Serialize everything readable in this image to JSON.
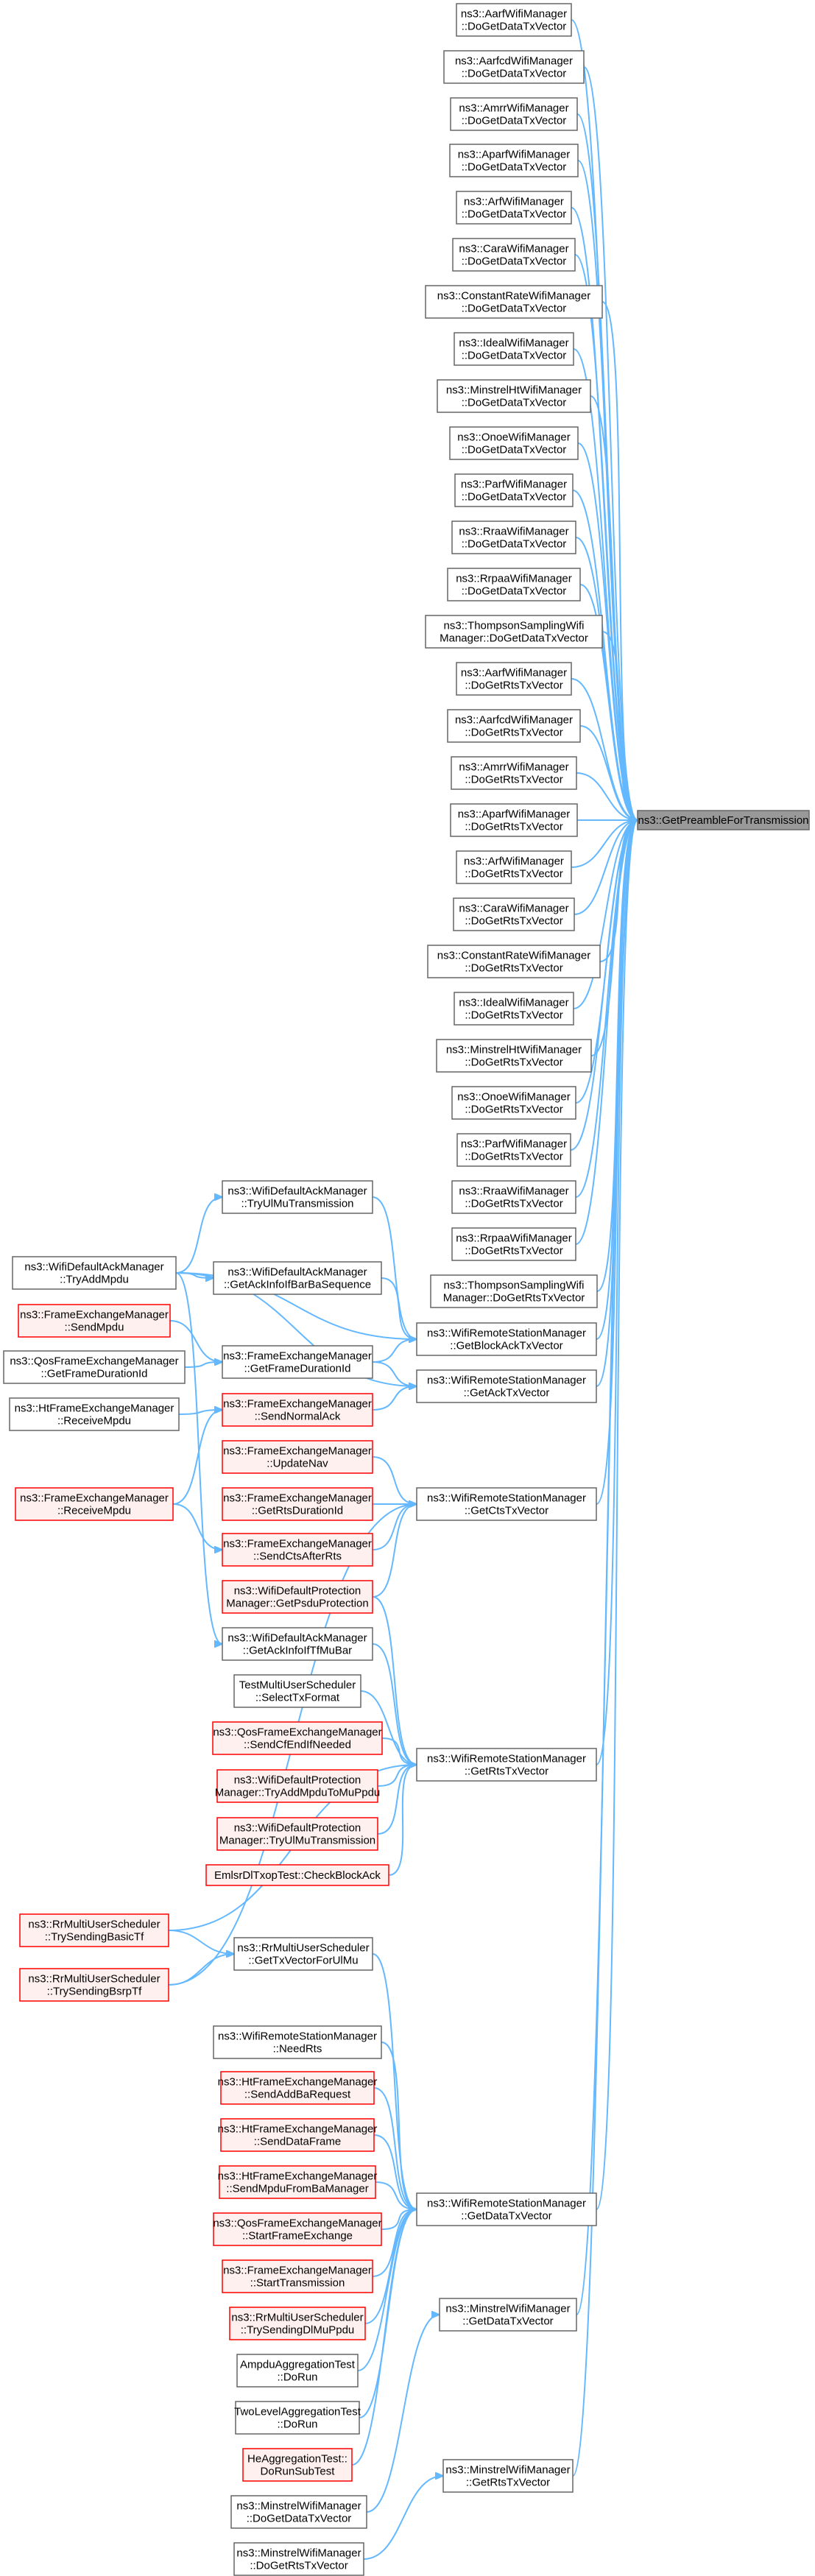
{
  "colors": {
    "edge": "#63b8ff",
    "box_border": "#666666",
    "red_border": "#ff0000",
    "red_fill": "#fff0f0",
    "root_fill": "#999999"
  },
  "nodes": [
    {
      "id": "root",
      "lines": [
        "ns3::GetPreambleForTransmission"
      ],
      "style": "root"
    },
    {
      "id": "c1",
      "lines": [
        "ns3::AarfWifiManager",
        "::DoGetDataTxVector"
      ],
      "style": "normal"
    },
    {
      "id": "c2",
      "lines": [
        "ns3::AarfcdWifiManager",
        "::DoGetDataTxVector"
      ],
      "style": "normal"
    },
    {
      "id": "c3",
      "lines": [
        "ns3::AmrrWifiManager",
        "::DoGetDataTxVector"
      ],
      "style": "normal"
    },
    {
      "id": "c4",
      "lines": [
        "ns3::AparfWifiManager",
        "::DoGetDataTxVector"
      ],
      "style": "normal"
    },
    {
      "id": "c5",
      "lines": [
        "ns3::ArfWifiManager",
        "::DoGetDataTxVector"
      ],
      "style": "normal"
    },
    {
      "id": "c6",
      "lines": [
        "ns3::CaraWifiManager",
        "::DoGetDataTxVector"
      ],
      "style": "normal"
    },
    {
      "id": "c7",
      "lines": [
        "ns3::ConstantRateWifiManager",
        "::DoGetDataTxVector"
      ],
      "style": "normal"
    },
    {
      "id": "c8",
      "lines": [
        "ns3::IdealWifiManager",
        "::DoGetDataTxVector"
      ],
      "style": "normal"
    },
    {
      "id": "c9",
      "lines": [
        "ns3::MinstrelHtWifiManager",
        "::DoGetDataTxVector"
      ],
      "style": "normal"
    },
    {
      "id": "c10",
      "lines": [
        "ns3::OnoeWifiManager",
        "::DoGetDataTxVector"
      ],
      "style": "normal"
    },
    {
      "id": "c11",
      "lines": [
        "ns3::ParfWifiManager",
        "::DoGetDataTxVector"
      ],
      "style": "normal"
    },
    {
      "id": "c12",
      "lines": [
        "ns3::RraaWifiManager",
        "::DoGetDataTxVector"
      ],
      "style": "normal"
    },
    {
      "id": "c13",
      "lines": [
        "ns3::RrpaaWifiManager",
        "::DoGetDataTxVector"
      ],
      "style": "normal"
    },
    {
      "id": "c14",
      "lines": [
        "ns3::ThompsonSamplingWifi",
        "Manager::DoGetDataTxVector"
      ],
      "style": "normal"
    },
    {
      "id": "c15",
      "lines": [
        "ns3::AarfWifiManager",
        "::DoGetRtsTxVector"
      ],
      "style": "normal"
    },
    {
      "id": "c16",
      "lines": [
        "ns3::AarfcdWifiManager",
        "::DoGetRtsTxVector"
      ],
      "style": "normal"
    },
    {
      "id": "c17",
      "lines": [
        "ns3::AmrrWifiManager",
        "::DoGetRtsTxVector"
      ],
      "style": "normal"
    },
    {
      "id": "c18",
      "lines": [
        "ns3::AparfWifiManager",
        "::DoGetRtsTxVector"
      ],
      "style": "normal"
    },
    {
      "id": "c19",
      "lines": [
        "ns3::ArfWifiManager",
        "::DoGetRtsTxVector"
      ],
      "style": "normal"
    },
    {
      "id": "c20",
      "lines": [
        "ns3::CaraWifiManager",
        "::DoGetRtsTxVector"
      ],
      "style": "normal"
    },
    {
      "id": "c21",
      "lines": [
        "ns3::ConstantRateWifiManager",
        "::DoGetRtsTxVector"
      ],
      "style": "normal"
    },
    {
      "id": "c22",
      "lines": [
        "ns3::IdealWifiManager",
        "::DoGetRtsTxVector"
      ],
      "style": "normal"
    },
    {
      "id": "c23",
      "lines": [
        "ns3::MinstrelHtWifiManager",
        "::DoGetRtsTxVector"
      ],
      "style": "normal"
    },
    {
      "id": "c24",
      "lines": [
        "ns3::OnoeWifiManager",
        "::DoGetRtsTxVector"
      ],
      "style": "normal"
    },
    {
      "id": "c25",
      "lines": [
        "ns3::ParfWifiManager",
        "::DoGetRtsTxVector"
      ],
      "style": "normal"
    },
    {
      "id": "c26",
      "lines": [
        "ns3::RraaWifiManager",
        "::DoGetRtsTxVector"
      ],
      "style": "normal"
    },
    {
      "id": "c27",
      "lines": [
        "ns3::RrpaaWifiManager",
        "::DoGetRtsTxVector"
      ],
      "style": "normal"
    },
    {
      "id": "c28",
      "lines": [
        "ns3::ThompsonSamplingWifi",
        "Manager::DoGetRtsTxVector"
      ],
      "style": "normal"
    },
    {
      "id": "blockack",
      "lines": [
        "ns3::WifiRemoteStationManager",
        "::GetBlockAckTxVector"
      ],
      "style": "normal"
    },
    {
      "id": "acktx",
      "lines": [
        "ns3::WifiRemoteStationManager",
        "::GetAckTxVector"
      ],
      "style": "normal"
    },
    {
      "id": "ctstx",
      "lines": [
        "ns3::WifiRemoteStationManager",
        "::GetCtsTxVector"
      ],
      "style": "normal"
    },
    {
      "id": "rtstx",
      "lines": [
        "ns3::WifiRemoteStationManager",
        "::GetRtsTxVector"
      ],
      "style": "normal"
    },
    {
      "id": "datatx",
      "lines": [
        "ns3::WifiRemoteStationManager",
        "::GetDataTxVector"
      ],
      "style": "normal"
    },
    {
      "id": "minGetData",
      "lines": [
        "ns3::MinstrelWifiManager",
        "::GetDataTxVector"
      ],
      "style": "normal"
    },
    {
      "id": "minGetRts",
      "lines": [
        "ns3::MinstrelWifiManager",
        "::GetRtsTxVector"
      ],
      "style": "normal"
    },
    {
      "id": "tryUlMu",
      "lines": [
        "ns3::WifiDefaultAckManager",
        "::TryUlMuTransmission"
      ],
      "style": "normal"
    },
    {
      "id": "tryAddMpdu",
      "lines": [
        "ns3::WifiDefaultAckManager",
        "::TryAddMpdu"
      ],
      "style": "normal"
    },
    {
      "id": "ackInfoBar",
      "lines": [
        "ns3::WifiDefaultAckManager",
        "::GetAckInfoIfBarBaSequence"
      ],
      "style": "normal"
    },
    {
      "id": "sendMpdu",
      "lines": [
        "ns3::FrameExchangeManager",
        "::SendMpdu"
      ],
      "style": "red"
    },
    {
      "id": "qosFrameDur",
      "lines": [
        "ns3::QosFrameExchangeManager",
        "::GetFrameDurationId"
      ],
      "style": "normal"
    },
    {
      "id": "frameDur",
      "lines": [
        "ns3::FrameExchangeManager",
        "::GetFrameDurationId"
      ],
      "style": "normal"
    },
    {
      "id": "htReceive",
      "lines": [
        "ns3::HtFrameExchangeManager",
        "::ReceiveMpdu"
      ],
      "style": "normal"
    },
    {
      "id": "sendNormalAck",
      "lines": [
        "ns3::FrameExchangeManager",
        "::SendNormalAck"
      ],
      "style": "red"
    },
    {
      "id": "receiveMpdu",
      "lines": [
        "ns3::FrameExchangeManager",
        "::ReceiveMpdu"
      ],
      "style": "red"
    },
    {
      "id": "updateNav",
      "lines": [
        "ns3::FrameExchangeManager",
        "::UpdateNav"
      ],
      "style": "red"
    },
    {
      "id": "rtsDur",
      "lines": [
        "ns3::FrameExchangeManager",
        "::GetRtsDurationId"
      ],
      "style": "red"
    },
    {
      "id": "sendCtsAfterRts",
      "lines": [
        "ns3::FrameExchangeManager",
        "::SendCtsAfterRts"
      ],
      "style": "red"
    },
    {
      "id": "psduProt",
      "lines": [
        "ns3::WifiDefaultProtection",
        "Manager::GetPsduProtection"
      ],
      "style": "red"
    },
    {
      "id": "ackInfoTfMuBar",
      "lines": [
        "ns3::WifiDefaultAckManager",
        "::GetAckInfoIfTfMuBar"
      ],
      "style": "normal"
    },
    {
      "id": "selectTx",
      "lines": [
        "TestMultiUserScheduler",
        "::SelectTxFormat"
      ],
      "style": "normal"
    },
    {
      "id": "sendCfEnd",
      "lines": [
        "ns3::QosFrameExchangeManager",
        "::SendCfEndIfNeeded"
      ],
      "style": "red"
    },
    {
      "id": "tryAddMpduMu",
      "lines": [
        "ns3::WifiDefaultProtection",
        "Manager::TryAddMpduToMuPpdu"
      ],
      "style": "red"
    },
    {
      "id": "tryUlMuProt",
      "lines": [
        "ns3::WifiDefaultProtection",
        "Manager::TryUlMuTransmission"
      ],
      "style": "red"
    },
    {
      "id": "emlsr",
      "lines": [
        "EmlsrDlTxopTest::CheckBlockAck"
      ],
      "style": "red"
    },
    {
      "id": "basicTf",
      "lines": [
        "ns3::RrMultiUserScheduler",
        "::TrySendingBasicTf"
      ],
      "style": "red"
    },
    {
      "id": "bsrpTf",
      "lines": [
        "ns3::RrMultiUserScheduler",
        "::TrySendingBsrpTf"
      ],
      "style": "red"
    },
    {
      "id": "getTxUlMu",
      "lines": [
        "ns3::RrMultiUserScheduler",
        "::GetTxVectorForUlMu"
      ],
      "style": "normal"
    },
    {
      "id": "needRts",
      "lines": [
        "ns3::WifiRemoteStationManager",
        "::NeedRts"
      ],
      "style": "normal"
    },
    {
      "id": "sendAddBa",
      "lines": [
        "ns3::HtFrameExchangeManager",
        "::SendAddBaRequest"
      ],
      "style": "red"
    },
    {
      "id": "sendDataFrame",
      "lines": [
        "ns3::HtFrameExchangeManager",
        "::SendDataFrame"
      ],
      "style": "red"
    },
    {
      "id": "sendMpduBa",
      "lines": [
        "ns3::HtFrameExchangeManager",
        "::SendMpduFromBaManager"
      ],
      "style": "red"
    },
    {
      "id": "startFrameEx",
      "lines": [
        "ns3::QosFrameExchangeManager",
        "::StartFrameExchange"
      ],
      "style": "red"
    },
    {
      "id": "startTx",
      "lines": [
        "ns3::FrameExchangeManager",
        "::StartTransmission"
      ],
      "style": "red"
    },
    {
      "id": "trySendingDl",
      "lines": [
        "ns3::RrMultiUserScheduler",
        "::TrySendingDlMuPpdu"
      ],
      "style": "red"
    },
    {
      "id": "ampdu",
      "lines": [
        "AmpduAggregationTest",
        "::DoRun"
      ],
      "style": "normal"
    },
    {
      "id": "twoLevel",
      "lines": [
        "TwoLevelAggregationTest",
        "::DoRun"
      ],
      "style": "normal"
    },
    {
      "id": "heAgg",
      "lines": [
        "HeAggregationTest::",
        "DoRunSubTest"
      ],
      "style": "red"
    },
    {
      "id": "minDoGetData",
      "lines": [
        "ns3::MinstrelWifiManager",
        "::DoGetDataTxVector"
      ],
      "style": "normal"
    },
    {
      "id": "minDoGetRts",
      "lines": [
        "ns3::MinstrelWifiManager",
        "::DoGetRtsTxVector"
      ],
      "style": "normal"
    }
  ],
  "edges": [
    [
      "c1",
      "root"
    ],
    [
      "c2",
      "root"
    ],
    [
      "c3",
      "root"
    ],
    [
      "c4",
      "root"
    ],
    [
      "c5",
      "root"
    ],
    [
      "c6",
      "root"
    ],
    [
      "c7",
      "root"
    ],
    [
      "c8",
      "root"
    ],
    [
      "c9",
      "root"
    ],
    [
      "c10",
      "root"
    ],
    [
      "c11",
      "root"
    ],
    [
      "c12",
      "root"
    ],
    [
      "c13",
      "root"
    ],
    [
      "c14",
      "root"
    ],
    [
      "c15",
      "root"
    ],
    [
      "c16",
      "root"
    ],
    [
      "c17",
      "root"
    ],
    [
      "c18",
      "root"
    ],
    [
      "c19",
      "root"
    ],
    [
      "c20",
      "root"
    ],
    [
      "c21",
      "root"
    ],
    [
      "c22",
      "root"
    ],
    [
      "c23",
      "root"
    ],
    [
      "c24",
      "root"
    ],
    [
      "c25",
      "root"
    ],
    [
      "c26",
      "root"
    ],
    [
      "c27",
      "root"
    ],
    [
      "c28",
      "root"
    ],
    [
      "blockack",
      "root"
    ],
    [
      "acktx",
      "root"
    ],
    [
      "ctstx",
      "root"
    ],
    [
      "rtstx",
      "root"
    ],
    [
      "datatx",
      "root"
    ],
    [
      "minGetData",
      "root"
    ],
    [
      "minGetRts",
      "root"
    ],
    [
      "tryUlMu",
      "blockack"
    ],
    [
      "tryAddMpdu",
      "tryUlMu"
    ],
    [
      "tryAddMpdu",
      "blockack"
    ],
    [
      "tryAddMpdu",
      "ackInfoBar"
    ],
    [
      "tryAddMpdu",
      "acktx"
    ],
    [
      "tryAddMpdu",
      "ackInfoTfMuBar"
    ],
    [
      "ackInfoBar",
      "blockack"
    ],
    [
      "frameDur",
      "blockack"
    ],
    [
      "frameDur",
      "acktx"
    ],
    [
      "sendMpdu",
      "frameDur"
    ],
    [
      "qosFrameDur",
      "frameDur"
    ],
    [
      "htReceive",
      "sendNormalAck"
    ],
    [
      "sendNormalAck",
      "acktx"
    ],
    [
      "receiveMpdu",
      "sendNormalAck"
    ],
    [
      "receiveMpdu",
      "sendCtsAfterRts"
    ],
    [
      "updateNav",
      "ctstx"
    ],
    [
      "rtsDur",
      "ctstx"
    ],
    [
      "sendCtsAfterRts",
      "ctstx"
    ],
    [
      "psduProt",
      "ctstx"
    ],
    [
      "ackInfoTfMuBar",
      "rtstx"
    ],
    [
      "psduProt",
      "rtstx"
    ],
    [
      "selectTx",
      "rtstx"
    ],
    [
      "sendCfEnd",
      "rtstx"
    ],
    [
      "tryAddMpduMu",
      "rtstx"
    ],
    [
      "tryUlMuProt",
      "rtstx"
    ],
    [
      "emlsr",
      "rtstx"
    ],
    [
      "basicTf",
      "rtstx"
    ],
    [
      "basicTf",
      "getTxUlMu"
    ],
    [
      "bsrpTf",
      "getTxUlMu"
    ],
    [
      "bsrpTf",
      "ctstx"
    ],
    [
      "getTxUlMu",
      "datatx"
    ],
    [
      "needRts",
      "datatx"
    ],
    [
      "sendAddBa",
      "datatx"
    ],
    [
      "sendDataFrame",
      "datatx"
    ],
    [
      "sendMpduBa",
      "datatx"
    ],
    [
      "startFrameEx",
      "datatx"
    ],
    [
      "startTx",
      "datatx"
    ],
    [
      "trySendingDl",
      "datatx"
    ],
    [
      "ampdu",
      "datatx"
    ],
    [
      "twoLevel",
      "datatx"
    ],
    [
      "heAgg",
      "datatx"
    ],
    [
      "minDoGetData",
      "minGetData"
    ],
    [
      "minDoGetRts",
      "minGetRts"
    ]
  ]
}
